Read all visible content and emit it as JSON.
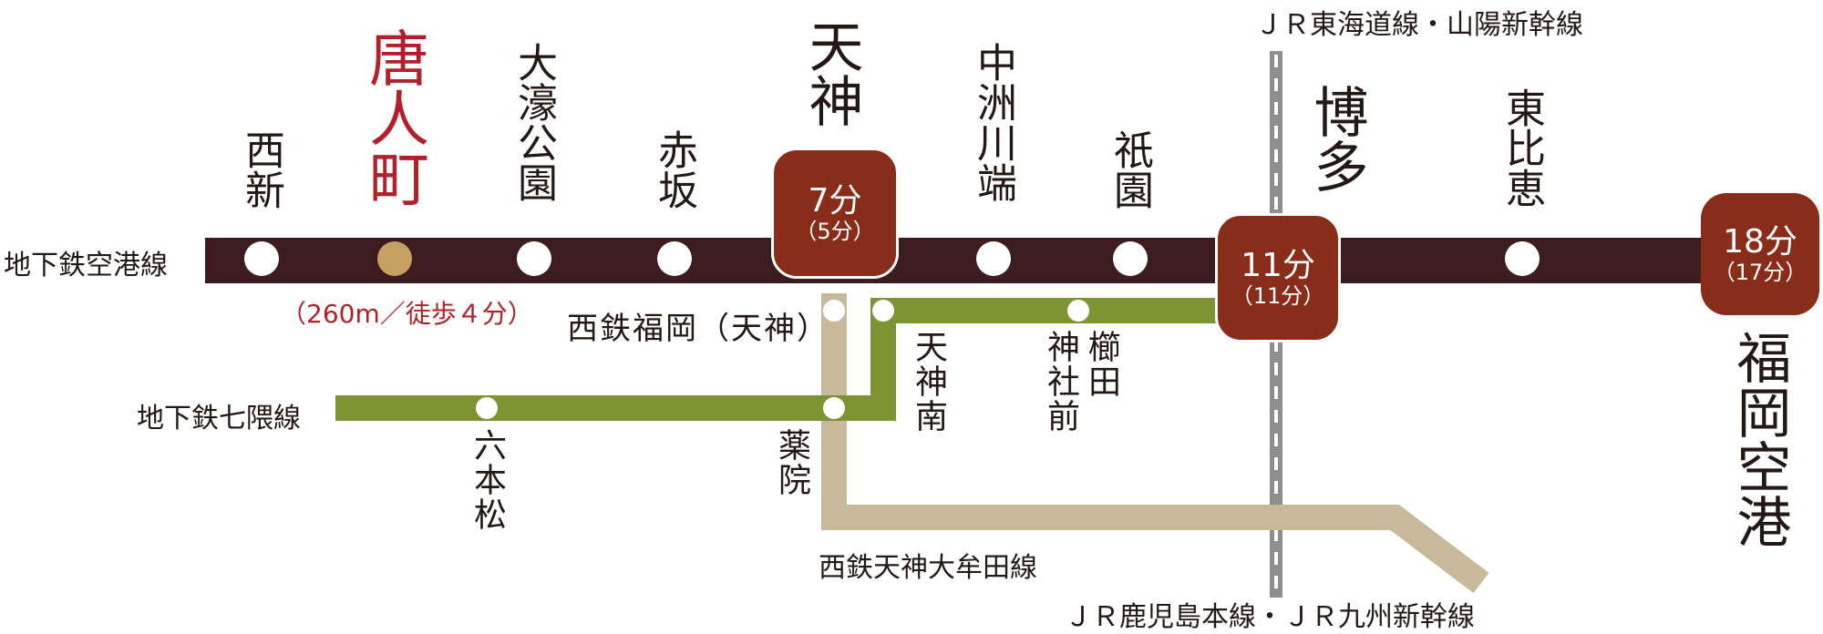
{
  "colors": {
    "airport_line": "#3d1c1f",
    "nanakuma_line": "#7e9331",
    "nishitetsu_line": "#c8b99a",
    "jr_line": "#8e8e8e",
    "badge": "#8a2c1a",
    "highlight_station": "#c9a063",
    "highlight_text": "#b3202a"
  },
  "lines": {
    "airport": "地下鉄空港線",
    "nanakuma": "地下鉄七隈線",
    "nishitetsu": "西鉄天神大牟田線",
    "jr_top": "ＪＲ東海道線・山陽新幹線",
    "jr_bottom": "ＪＲ鹿児島本線・ＪＲ九州新幹線"
  },
  "stations": {
    "nishijin": "西新",
    "tojinmachi": "唐人町",
    "ohorikoen": "大濠公園",
    "akasaka": "赤坂",
    "tenjin": "天神",
    "nakasukawabata": "中洲川端",
    "gion": "祇園",
    "hakata": "博多",
    "higashihie": "東比恵",
    "fukuokakuko": "福岡空港",
    "nishitetsufukuoka": "西鉄福岡（天神）",
    "tenjinminami": "天神南",
    "kushidajinjamae_a": "櫛田",
    "kushidajinjamae_b": "神社前",
    "yakuin": "薬院",
    "ropponmatsu": "六本松"
  },
  "walk_note": "（260m／徒歩４分）",
  "badges": {
    "tenjin": {
      "main": "7分",
      "sub": "（5分）"
    },
    "hakata": {
      "main": "11分",
      "sub": "（11分）"
    },
    "airport": {
      "main": "18分",
      "sub": "（17分）"
    }
  }
}
